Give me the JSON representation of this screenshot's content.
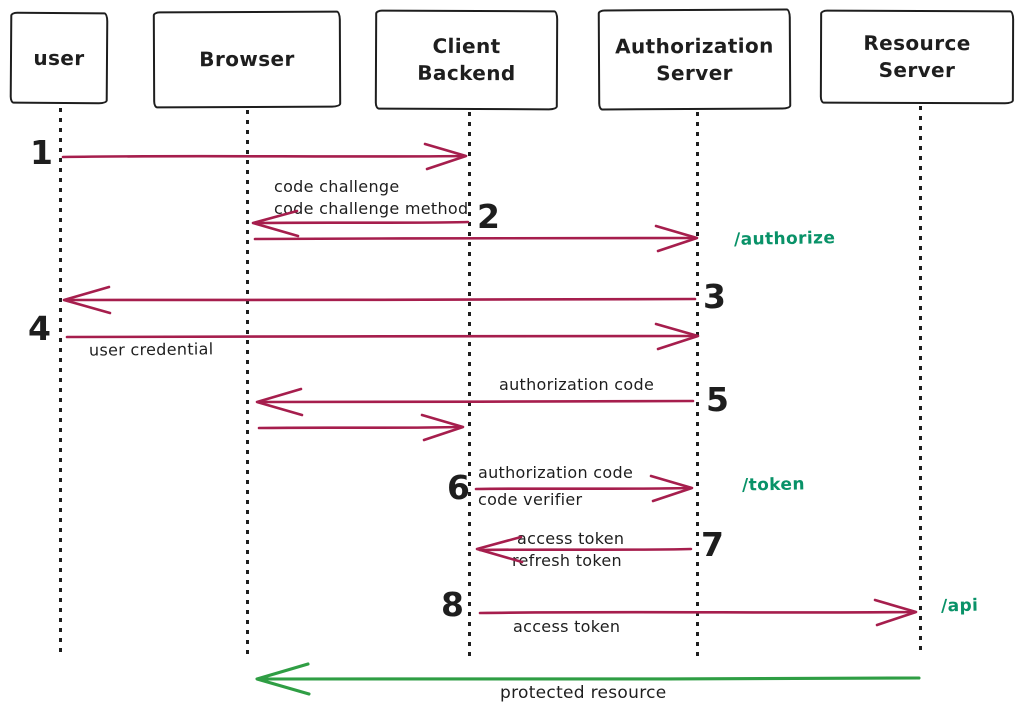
{
  "actors": [
    {
      "label": "user"
    },
    {
      "label": "Browser"
    },
    {
      "label": "Client Backend"
    },
    {
      "label": "Authorization Server"
    },
    {
      "label": "Resource Server"
    }
  ],
  "steps": {
    "s1": {
      "number": "1"
    },
    "s2": {
      "number": "2",
      "line1": "code challenge",
      "line2": "code challenge method"
    },
    "s3": {
      "number": "3"
    },
    "s4": {
      "number": "4",
      "label": "user credential"
    },
    "s5": {
      "number": "5",
      "label": "authorization code"
    },
    "s6": {
      "number": "6",
      "line1": "authorization code",
      "line2": "code verifier"
    },
    "s7": {
      "number": "7",
      "line1": "access token",
      "line2": "refresh token"
    },
    "s8": {
      "number": "8",
      "label": "access token"
    },
    "final": {
      "label": "protected resource"
    }
  },
  "endpoints": {
    "authorize": "/authorize",
    "token": "/token",
    "api": "/api"
  },
  "colors": {
    "ink": "#1e1e1e",
    "flow_arrow": "#a61e4d",
    "success_arrow": "#2f9e44",
    "endpoint_text": "#099268"
  }
}
